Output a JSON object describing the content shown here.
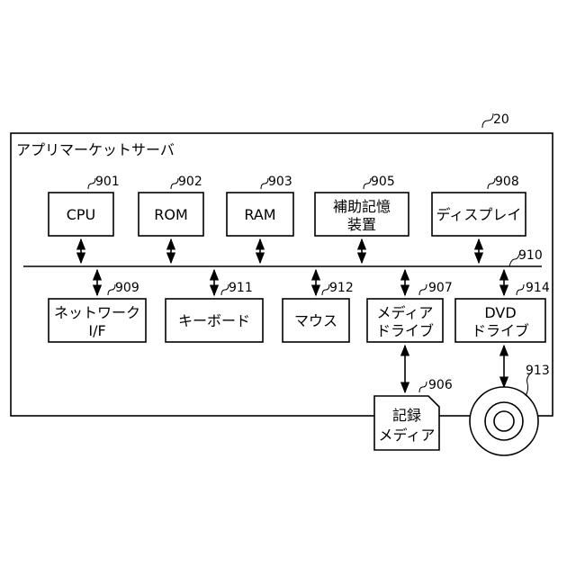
{
  "server": {
    "ref": "20",
    "title": "アプリマーケットサーバ"
  },
  "bus": {
    "ref": "910"
  },
  "top_row": [
    {
      "ref": "901",
      "label": [
        "CPU"
      ]
    },
    {
      "ref": "902",
      "label": [
        "ROM"
      ]
    },
    {
      "ref": "903",
      "label": [
        "RAM"
      ]
    },
    {
      "ref": "905",
      "label": [
        "補助記憶",
        "装置"
      ]
    },
    {
      "ref": "908",
      "label": [
        "ディスプレイ"
      ]
    }
  ],
  "bottom_row": [
    {
      "ref": "909",
      "label": [
        "ネットワーク",
        "I/F"
      ]
    },
    {
      "ref": "911",
      "label": [
        "キーボード"
      ]
    },
    {
      "ref": "912",
      "label": [
        "マウス"
      ]
    },
    {
      "ref": "907",
      "label": [
        "メディア",
        "ドライブ"
      ]
    },
    {
      "ref": "914",
      "label": [
        "DVD",
        "ドライブ"
      ]
    }
  ],
  "media": {
    "ref": "906",
    "label": [
      "記録",
      "メディア"
    ]
  },
  "disc": {
    "ref": "913"
  }
}
